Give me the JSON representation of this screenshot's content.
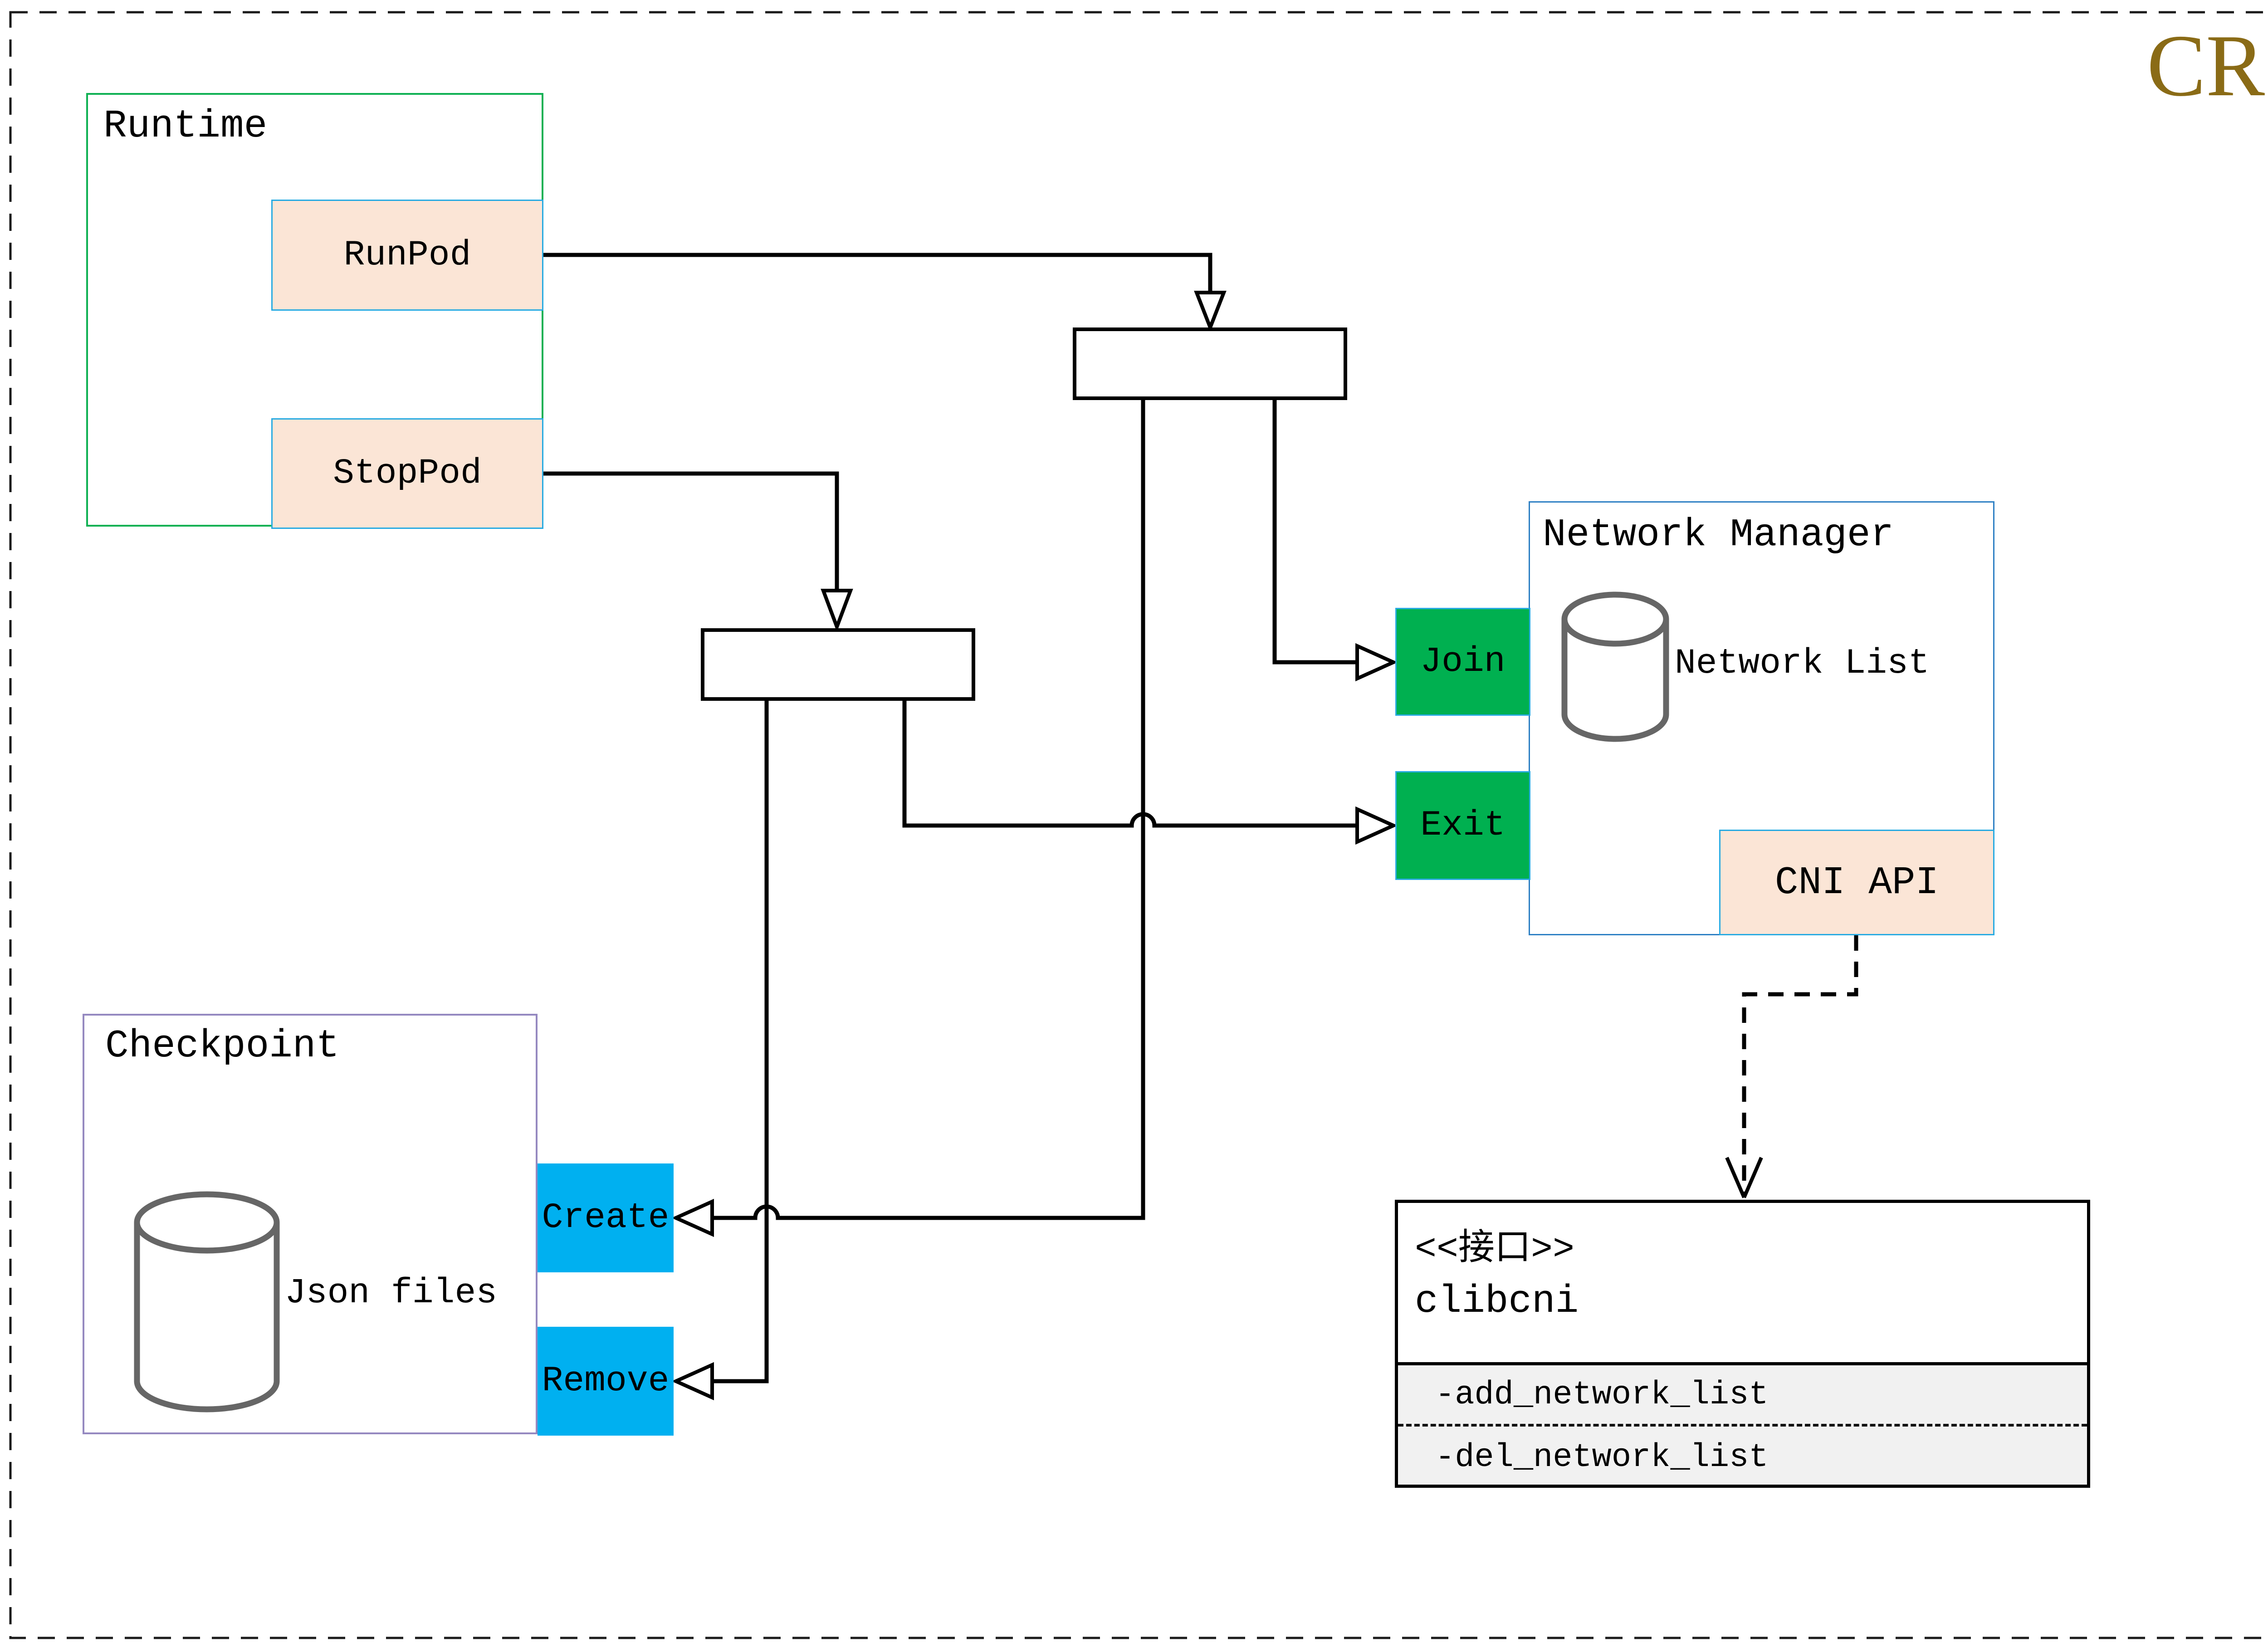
{
  "badge": {
    "label": "CRI"
  },
  "colors": {
    "peach": "#FBE5D6",
    "cyan": "#29ABE2",
    "green": "#00B050",
    "blue": "#00B0F0",
    "runtime-border": "#10B154",
    "nm-border": "#2E80C4",
    "cp-border": "#9589C0",
    "sect-bg": "#F1F1F1",
    "gold": "#8A6B16",
    "line": "#000000",
    "cyl": "#666666"
  },
  "runtime": {
    "title": "Runtime",
    "run_pod": "RunPod",
    "stop_pod": "StopPod"
  },
  "network_manager": {
    "title": "Network Manager",
    "datastore_label": "Network List",
    "join": "Join",
    "exit": "Exit",
    "cni_api": "CNI API"
  },
  "checkpoint": {
    "title": "Checkpoint",
    "datastore_label": "Json files",
    "create": "Create",
    "remove": "Remove"
  },
  "clibcni": {
    "stereotype": "<<接口>>",
    "name": "clibcni",
    "methods": [
      {
        "label": "-add_network_list"
      },
      {
        "label": "-del_network_list"
      }
    ]
  }
}
